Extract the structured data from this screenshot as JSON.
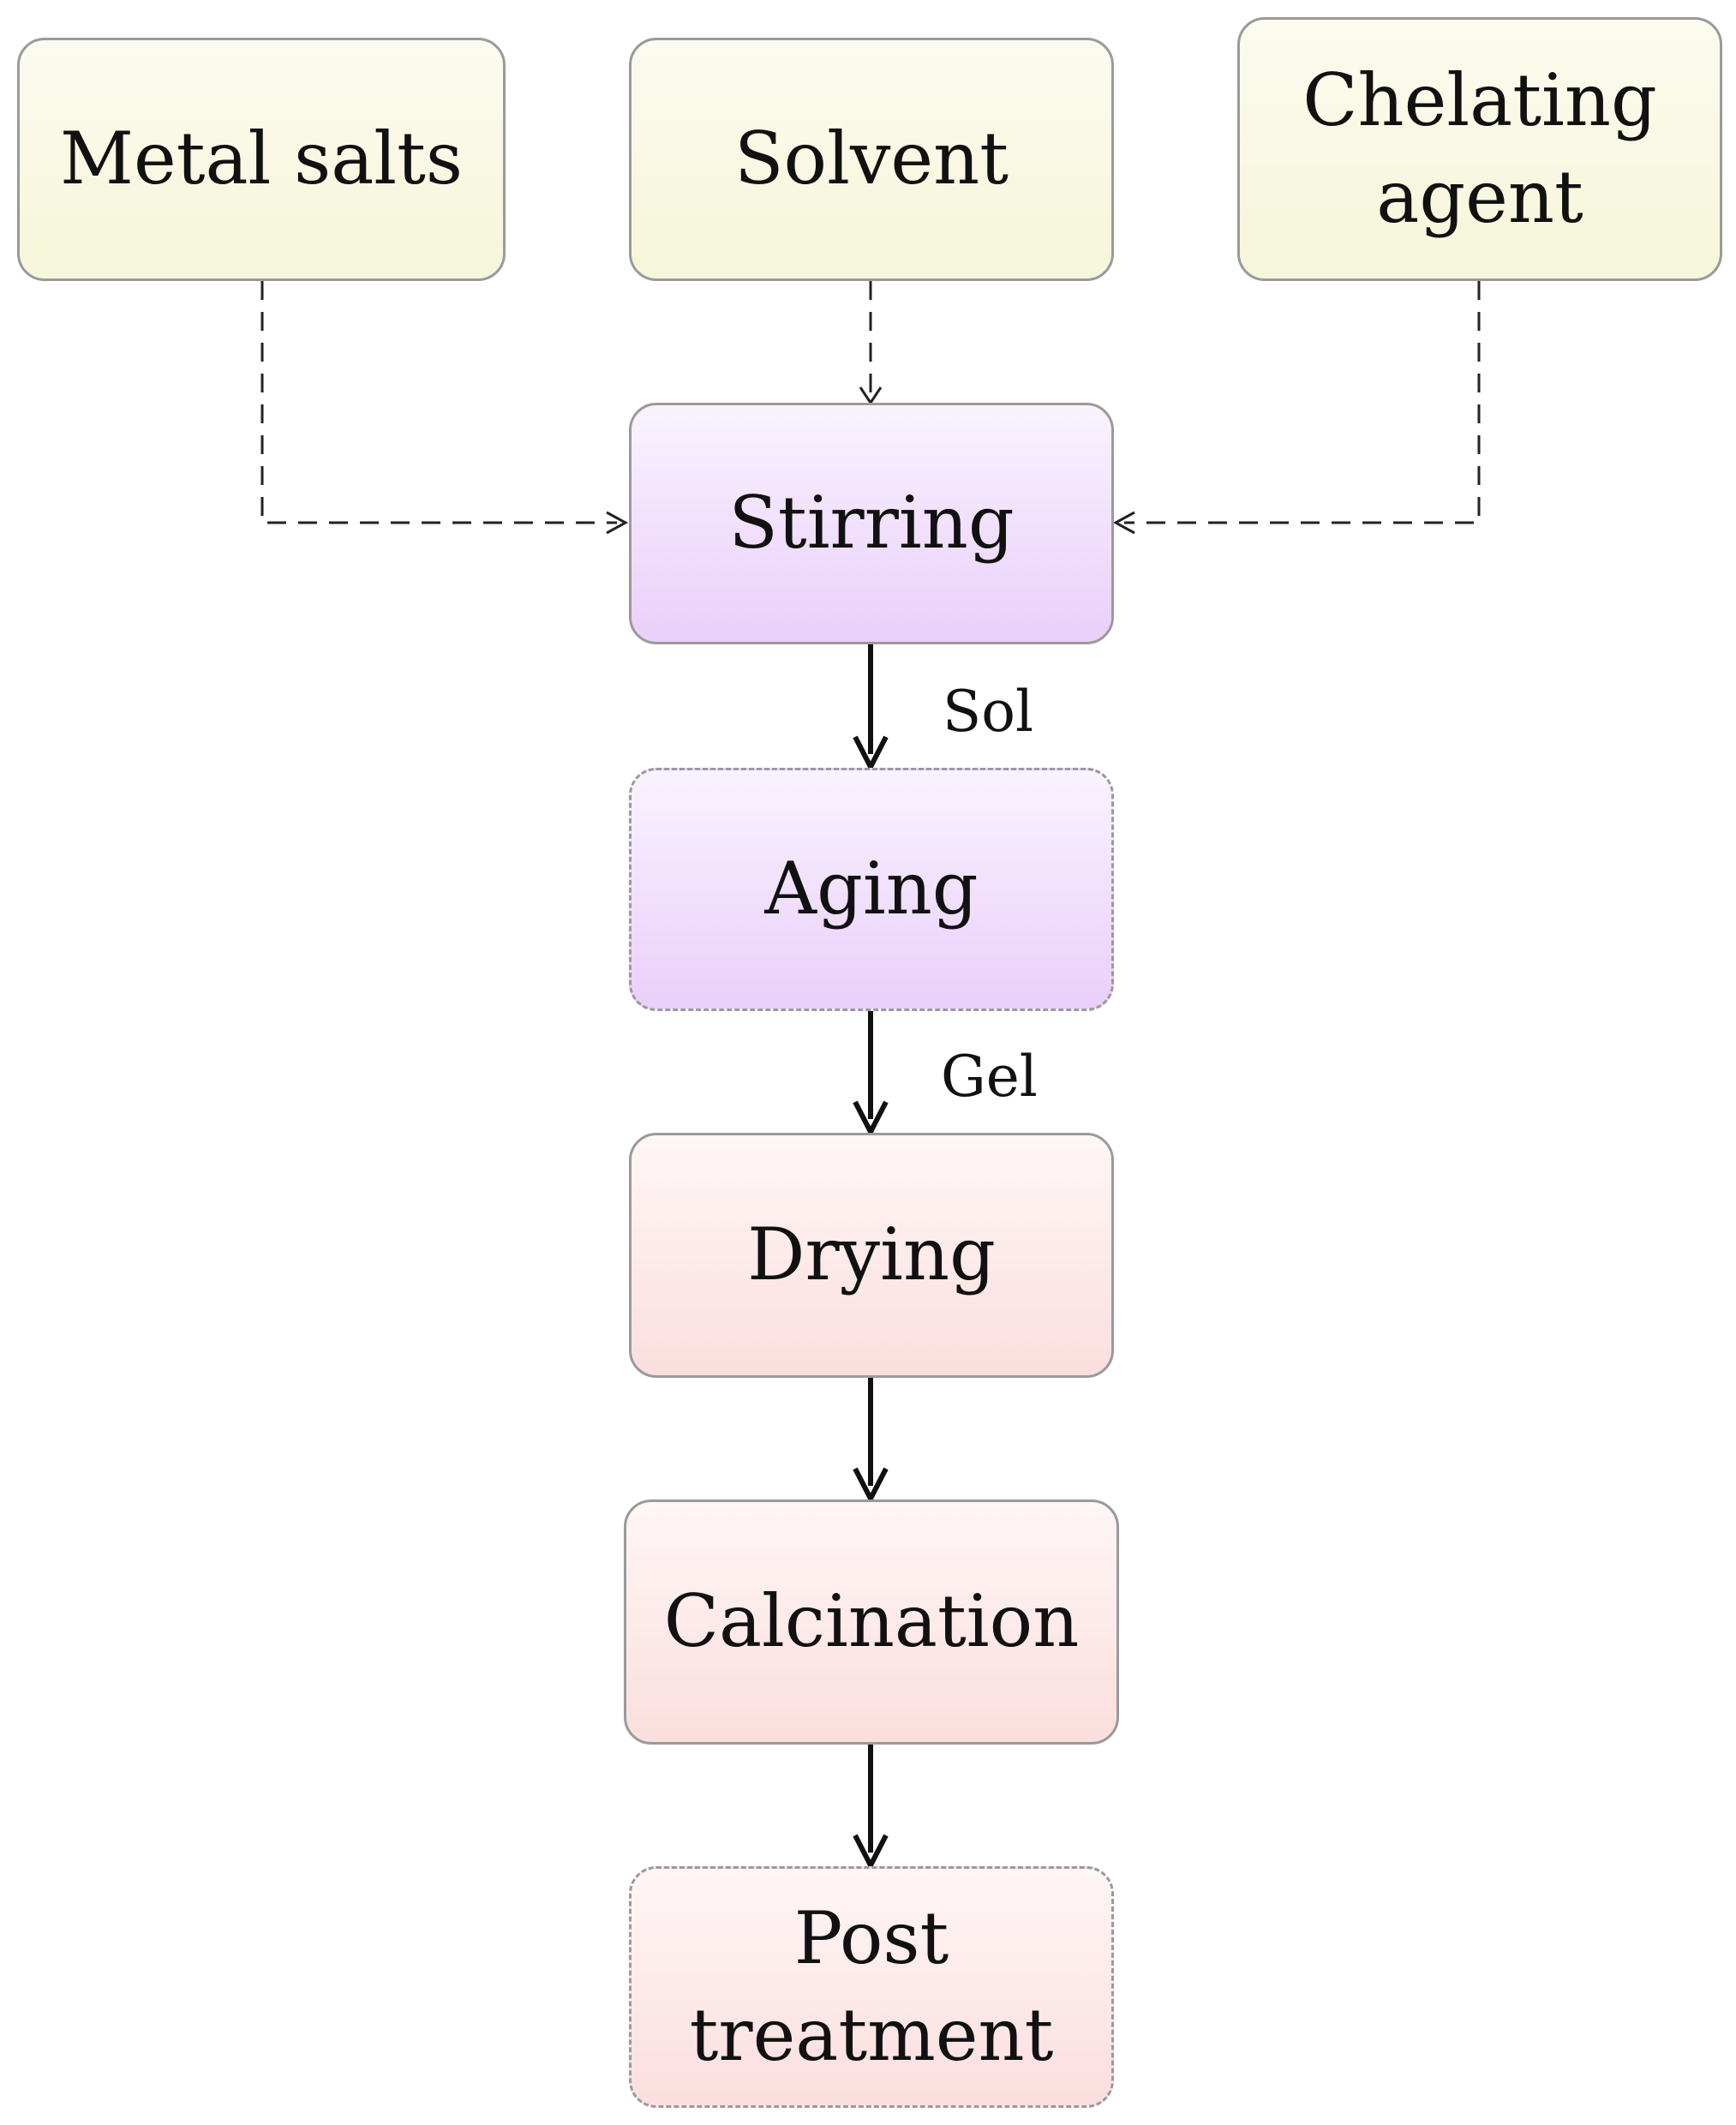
{
  "inputs": {
    "metal_salts": "Metal salts",
    "solvent": "Solvent",
    "chelating_line1": "Chelating",
    "chelating_line2": "agent"
  },
  "steps": {
    "stirring": "Stirring",
    "aging": "Aging",
    "drying": "Drying",
    "calcination": "Calcination",
    "post_line1": "Post",
    "post_line2": "treatment"
  },
  "edge_labels": {
    "sol": "Sol",
    "gel": "Gel"
  },
  "colors": {
    "input_fill": "#f6f6d9",
    "purple_fill": "#eacffa",
    "pink_fill": "#fbdede",
    "border": "#9a9a9a",
    "line": "#111111"
  }
}
